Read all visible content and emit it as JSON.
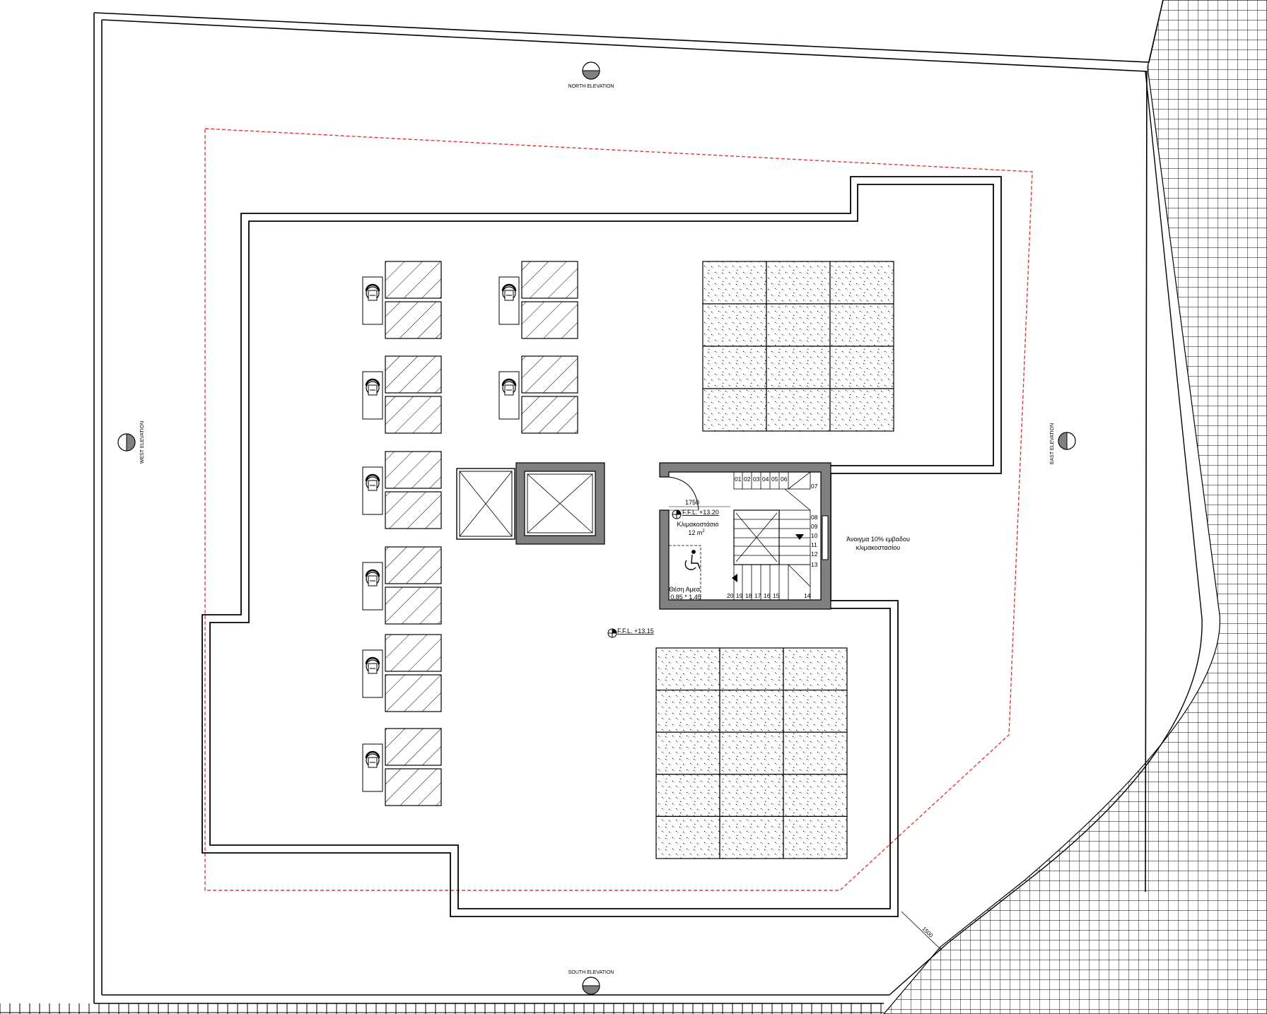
{
  "elevations": {
    "north": "NORTH ELEVATION",
    "south": "SOUTH ELEVATION",
    "west": "WEST ELEVATION",
    "east": "EAST ELEVATION"
  },
  "stair_room": {
    "name": "Κλιμακοστάσιο",
    "area": "12 m",
    "area_sup": "2",
    "ffl": "F.F.L. +13.20",
    "width_dim": "1750",
    "accessible_space_name": "Θέση Αμεα",
    "accessible_space_size": "0,85 * 1,45"
  },
  "roof_ffl": "F.F.L. +13.15",
  "opening_note": {
    "line1": "Άνοιγμα 10% εμβαδου",
    "line2": "κλιμακοστασίου"
  },
  "setback_dim": "1500",
  "stair_numbers": {
    "top": [
      "01",
      "02",
      "03",
      "04",
      "05",
      "06"
    ],
    "corner_top": "07",
    "side": [
      "08",
      "09",
      "10",
      "11",
      "12"
    ],
    "mid": "13",
    "corner_bottom": "14",
    "bottom": [
      "20",
      "19",
      "18",
      "17",
      "16",
      "15"
    ]
  },
  "colors": {
    "line": "#000000",
    "wall_fill": "#808080",
    "setback_line": "#e53935"
  },
  "icons": {
    "solar_heater": "water-heater-icon",
    "accessible": "wheelchair-icon",
    "level_marker": "level-marker-icon"
  }
}
